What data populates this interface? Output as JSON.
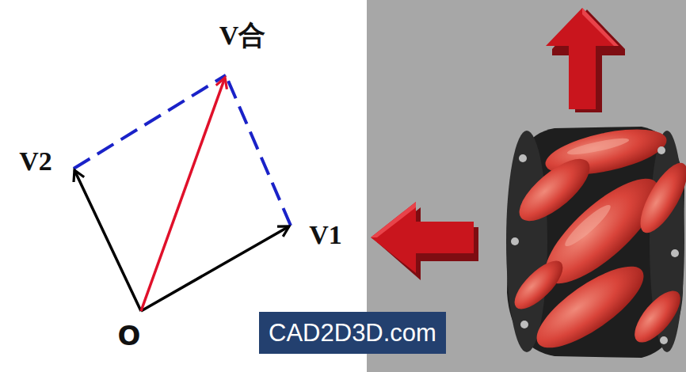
{
  "diagram": {
    "nodes": [
      {
        "text": [
          "CAD2D3D.com"
        ]
      }
    ],
    "labels": [
      "V合",
      "V2",
      "V1",
      "O"
    ]
  }
}
